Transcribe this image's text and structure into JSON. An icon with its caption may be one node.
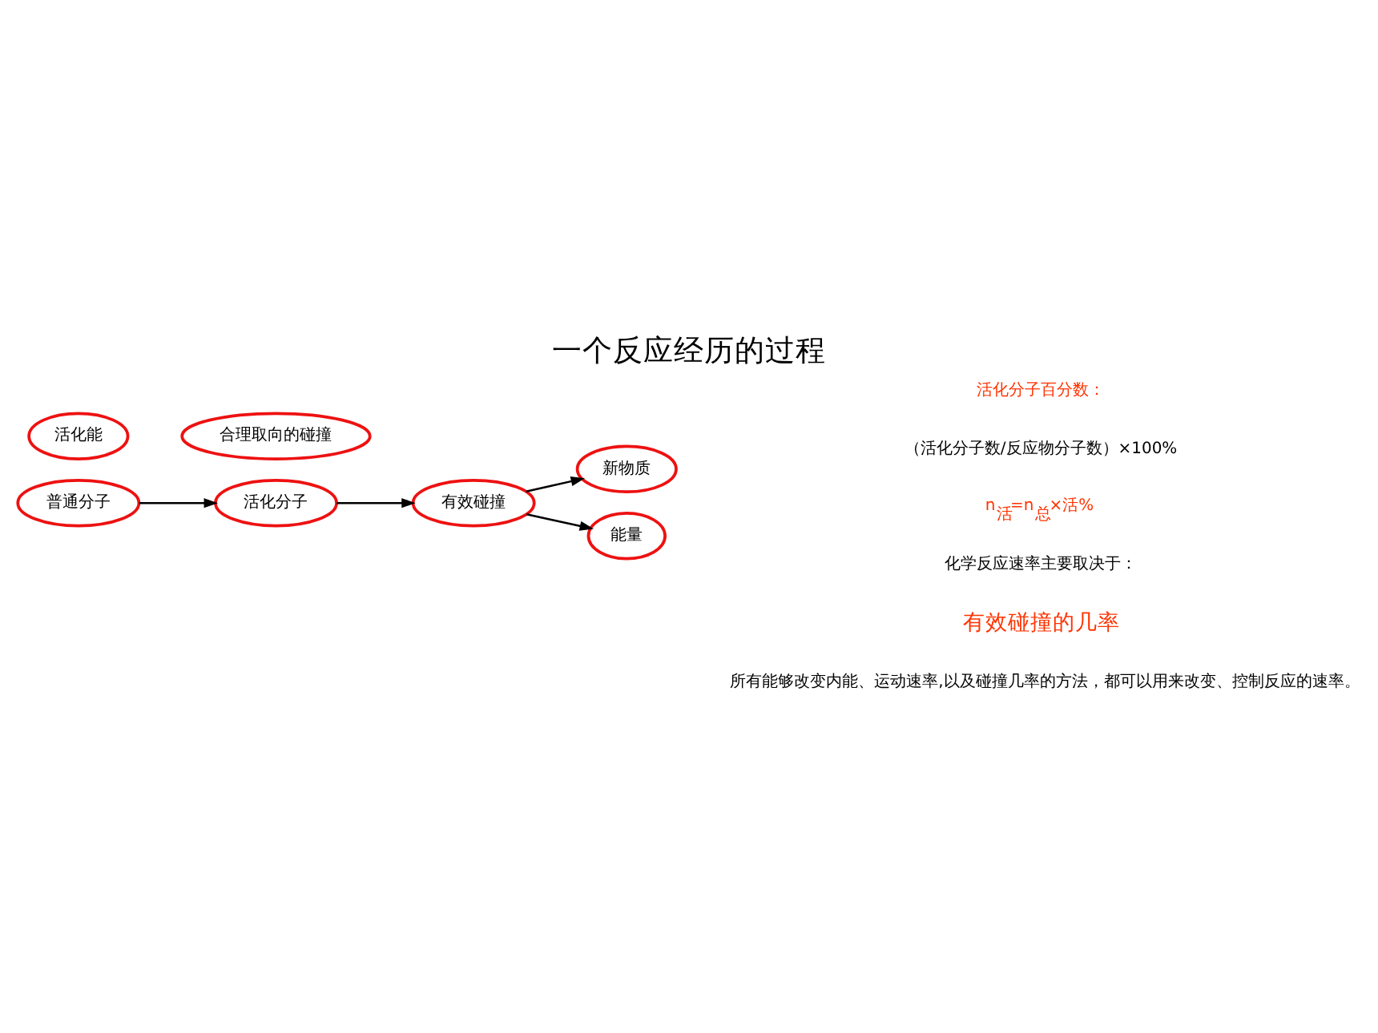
{
  "diagram": {
    "title": "一个反应经历的过程",
    "nodes": [
      {
        "text": [
          "普通分子"
        ]
      },
      {
        "text": [
          "活化能"
        ]
      },
      {
        "text": [
          "活化分子"
        ]
      },
      {
        "text": [
          "合理取向的碰撞"
        ]
      },
      {
        "text": [
          "有效碰撞"
        ]
      },
      {
        "text": [
          "新物质"
        ]
      },
      {
        "text": [
          "能量"
        ]
      }
    ],
    "edges": [
      {
        "from": 0,
        "to": 2,
        "arrow": "to"
      },
      {
        "from": 2,
        "to": 4,
        "arrow": "to"
      },
      {
        "from": 4,
        "to": 5,
        "arrow": "to"
      },
      {
        "from": 4,
        "to": 6,
        "arrow": "to"
      }
    ],
    "labels": [
      "活化分子百分数：",
      "（活化分子数/反应物分子数）×100%",
      "n$_{活}$=n$_{总}$×活%",
      "化学反应速率主要取决于：",
      "有效碰撞的几率",
      "所有能够改变内能、运动速率,以及碰撞几率的方法，都可以用来改变、控制反应的速率。"
    ]
  }
}
